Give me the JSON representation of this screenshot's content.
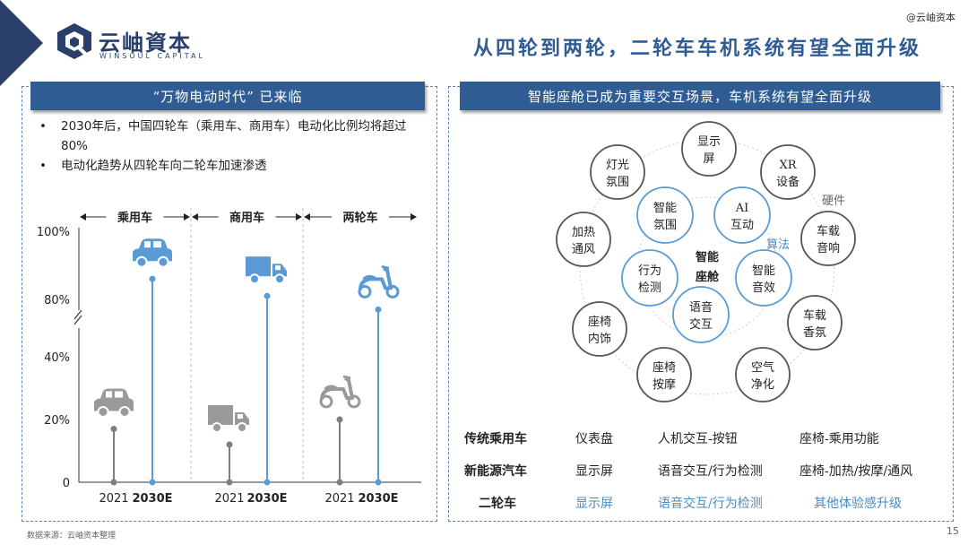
{
  "header": {
    "brand_cn": "云岫資本",
    "brand_en": "WINSOUL CAPITAL",
    "watermark": "@云岫资本",
    "title": "从四轮到两轮，二轮车车机系统有望全面升级"
  },
  "left_panel": {
    "title": "“万物电动时代” 已来临",
    "bullets": [
      "2030年后，中国四轮车（乘用车、商用车）电动化比例均将超过80%",
      "电动化趋势从四轮车向二轮车加速渗透"
    ]
  },
  "chart_data": {
    "type": "bar",
    "segments": [
      "乘用车",
      "商用车",
      "两轮车"
    ],
    "categories": [
      "2021",
      "2030E"
    ],
    "y_tick_labels": [
      "0",
      "20%",
      "40%",
      "80%",
      "100%"
    ],
    "axis_break": "40%-80%",
    "series": [
      {
        "segment": "乘用车",
        "values": {
          "2021": 17,
          "2030E": 86
        }
      },
      {
        "segment": "商用车",
        "values": {
          "2021": 12,
          "2030E": 81
        }
      },
      {
        "segment": "两轮车",
        "values": {
          "2021": 20,
          "2030E": 77
        }
      }
    ],
    "colors": {
      "2021": "#7f7f7f",
      "2030E": "#5b9bd5"
    },
    "icons": [
      "car-icon",
      "truck-icon",
      "scooter-icon"
    ]
  },
  "right_panel": {
    "title": "智能座舱已成为重要交互场景，车机系统有望全面升级",
    "center": [
      "智能",
      "座舱"
    ],
    "inner_nodes": [
      [
        "智能",
        "氛围"
      ],
      [
        "AI",
        "互动"
      ],
      [
        "智能",
        "音效"
      ],
      [
        "语音",
        "交互"
      ],
      [
        "行为",
        "检测"
      ]
    ],
    "outer_nodes": [
      [
        "显示",
        "屏"
      ],
      [
        "XR",
        "设备"
      ],
      [
        "车载",
        "音响"
      ],
      [
        "车载",
        "香氛"
      ],
      [
        "空气",
        "净化"
      ],
      [
        "座椅",
        "按摩"
      ],
      [
        "座椅",
        "内饰"
      ],
      [
        "加热",
        "通风"
      ],
      [
        "灯光",
        "氛围"
      ]
    ],
    "ring_labels": {
      "hardware": "硬件",
      "algorithm": "算法"
    }
  },
  "comparison": [
    {
      "type": "传统乘用车",
      "a": "仪表盘",
      "b": "人机交互-按钮",
      "c": "座椅-乘用功能"
    },
    {
      "type": "新能源汽车",
      "a": "显示屏",
      "b": "语音交互/行为检测",
      "c": "座椅-加热/按摩/通风"
    },
    {
      "type": "二轮车",
      "a": "显示屏",
      "b": "语音交互/行为检测",
      "c": "其他体验感升级"
    }
  ],
  "footer": {
    "source": "数据来源：云岫资本整理",
    "page": "15"
  }
}
